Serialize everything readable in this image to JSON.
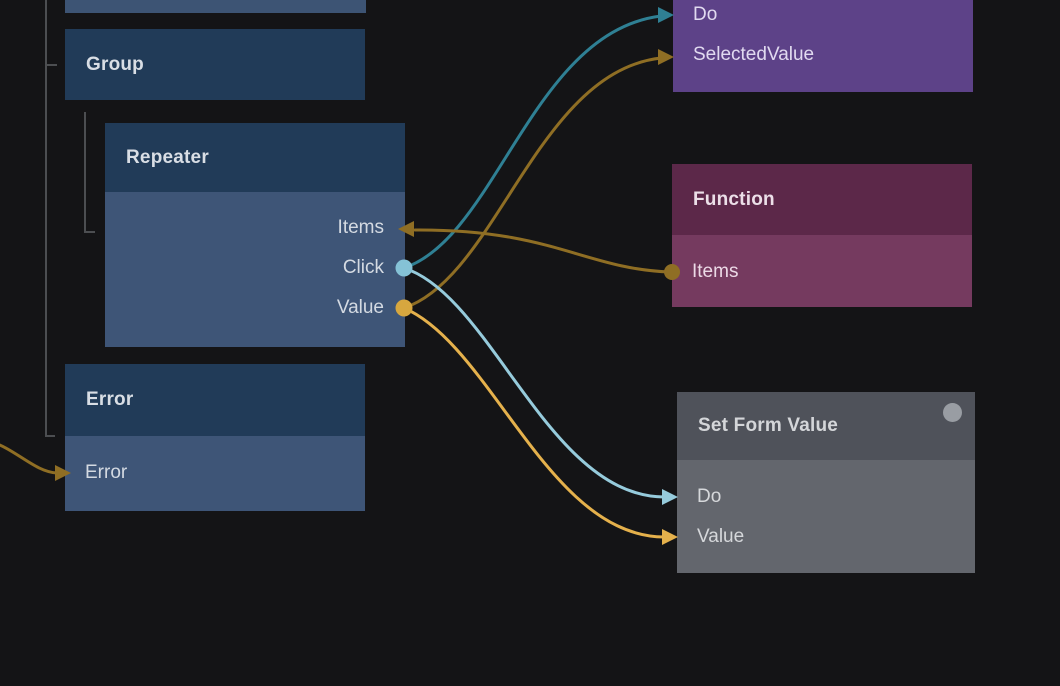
{
  "app": {
    "name": "visual-node-graph-editor"
  },
  "colors": {
    "background": "#141416",
    "node_blue_header": "#213b58",
    "node_blue_body": "#3e5577",
    "node_purple": "#5d4288",
    "node_magenta_header": "#5c2849",
    "node_magenta_body": "#753a5f",
    "node_gray_header": "#4f525a",
    "node_gray_body": "#63666d",
    "wire_teal": "#2f8094",
    "wire_light_blue": "#96cbdc",
    "wire_dark_gold": "#8f6e24",
    "wire_bright_gold": "#e5b14c",
    "port_click_dot": "#85c2d6",
    "port_value_dot": "#d7a73f",
    "tree_line": "#4c4e51",
    "status_dot": "#999da3"
  },
  "nodes": [
    {
      "id": "partial-top",
      "title": ""
    },
    {
      "id": "group",
      "title": "Group"
    },
    {
      "id": "repeater",
      "title": "Repeater",
      "ports": [
        {
          "label": "Items"
        },
        {
          "label": "Click"
        },
        {
          "label": "Value"
        }
      ]
    },
    {
      "id": "error",
      "title": "Error",
      "ports": [
        {
          "label": "Error"
        }
      ]
    },
    {
      "id": "component",
      "title": "",
      "ports": [
        {
          "label": "Do"
        },
        {
          "label": "SelectedValue"
        }
      ]
    },
    {
      "id": "function",
      "title": "Function",
      "ports": [
        {
          "label": "Items"
        }
      ]
    },
    {
      "id": "set-form-value",
      "title": "Set Form Value",
      "ports": [
        {
          "label": "Do"
        },
        {
          "label": "Value"
        }
      ]
    }
  ],
  "connections": [
    {
      "from": "repeater.Click",
      "to": "component.Do",
      "color": "#2f8094"
    },
    {
      "from": "repeater.Value",
      "to": "component.SelectedValue",
      "color": "#8f6e24"
    },
    {
      "from": "repeater.Click",
      "to": "set-form-value.Do",
      "color": "#96cbdc"
    },
    {
      "from": "repeater.Value",
      "to": "set-form-value.Value",
      "color": "#e5b14c"
    },
    {
      "from": "function.Items",
      "to": "repeater.Items",
      "color": "#8f6e24"
    },
    {
      "from": "offscreen-left",
      "to": "error.Error",
      "color": "#8f6e24"
    }
  ]
}
